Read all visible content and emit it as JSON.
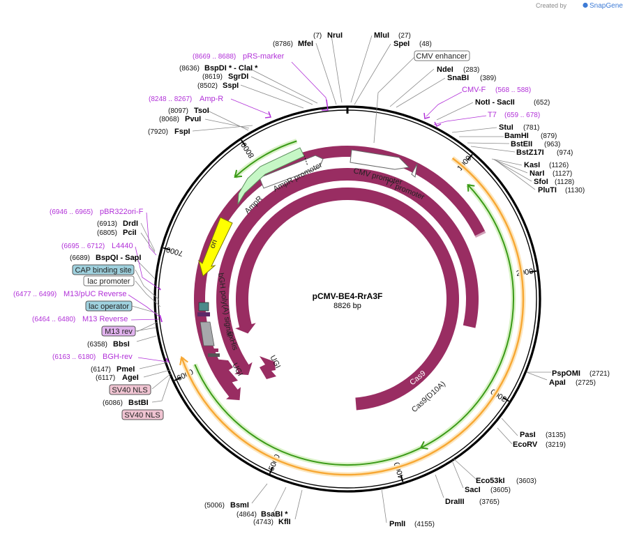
{
  "branding": {
    "created_by": "Created by",
    "logo": "SnapGene"
  },
  "plasmid": {
    "name": "pCMV-BE4-RrA3F",
    "length_text": "8826 bp",
    "length": 8826
  },
  "ticks": [
    {
      "bp": 1000,
      "label": "1000"
    },
    {
      "bp": 2000,
      "label": "2000"
    },
    {
      "bp": 3000,
      "label": "3000"
    },
    {
      "bp": 4000,
      "label": "4000"
    },
    {
      "bp": 5000,
      "label": "5000"
    },
    {
      "bp": 6000,
      "label": "6000"
    },
    {
      "bp": 7000,
      "label": "7000"
    },
    {
      "bp": 8000,
      "label": "8000"
    }
  ],
  "sites": [
    {
      "name": "NruI",
      "pos": "(7)",
      "bp": 7
    },
    {
      "name": "MluI",
      "pos": "(27)",
      "bp": 27
    },
    {
      "name": "MfeI",
      "pos": "(8786)",
      "bp": 8786
    },
    {
      "name": "SpeI",
      "pos": "(48)",
      "bp": 48
    },
    {
      "name": "NdeI",
      "pos": "(283)",
      "bp": 283
    },
    {
      "name": "SnaBI",
      "pos": "(389)",
      "bp": 389
    },
    {
      "name": "NotI  - SacII",
      "pos": "(652)",
      "bp": 652
    },
    {
      "name": "StuI",
      "pos": "(781)",
      "bp": 781
    },
    {
      "name": "BamHI",
      "pos": "(879)",
      "bp": 879
    },
    {
      "name": "BstEII",
      "pos": "(963)",
      "bp": 963
    },
    {
      "name": "BstZ17I",
      "pos": "(974)",
      "bp": 974
    },
    {
      "name": "KasI",
      "pos": "(1126)",
      "bp": 1126
    },
    {
      "name": "NarI",
      "pos": "(1127)",
      "bp": 1127
    },
    {
      "name": "SfoI",
      "pos": "(1128)",
      "bp": 1128
    },
    {
      "name": "PluTI",
      "pos": "(1130)",
      "bp": 1130
    },
    {
      "name": "PspOMI",
      "pos": "(2721)",
      "bp": 2721
    },
    {
      "name": "ApaI",
      "pos": "(2725)",
      "bp": 2725
    },
    {
      "name": "PasI",
      "pos": "(3135)",
      "bp": 3135
    },
    {
      "name": "EcoRV",
      "pos": "(3219)",
      "bp": 3219
    },
    {
      "name": "Eco53kI",
      "pos": "(3603)",
      "bp": 3603
    },
    {
      "name": "SacI",
      "pos": "(3605)",
      "bp": 3605
    },
    {
      "name": "DraIII",
      "pos": "(3765)",
      "bp": 3765
    },
    {
      "name": "PmlI",
      "pos": "(4155)",
      "bp": 4155
    },
    {
      "name": "KflI",
      "pos": "(4743)",
      "bp": 4743
    },
    {
      "name": "BsaBI *",
      "pos": "(4864)",
      "bp": 4864
    },
    {
      "name": "BsmI",
      "pos": "(5006)",
      "bp": 5006
    },
    {
      "name": "BstBI",
      "pos": "(6086)",
      "bp": 6086
    },
    {
      "name": "AgeI",
      "pos": "(6117)",
      "bp": 6117
    },
    {
      "name": "PmeI",
      "pos": "(6147)",
      "bp": 6147
    },
    {
      "name": "BbsI",
      "pos": "(6358)",
      "bp": 6358
    },
    {
      "name": "BspQI  - SapI",
      "pos": "(6689)",
      "bp": 6689
    },
    {
      "name": "PciI",
      "pos": "(6805)",
      "bp": 6805
    },
    {
      "name": "DrdI",
      "pos": "(6913)",
      "bp": 6913
    },
    {
      "name": "FspI",
      "pos": "(7920)",
      "bp": 7920
    },
    {
      "name": "PvuI",
      "pos": "(8068)",
      "bp": 8068
    },
    {
      "name": "TsoI",
      "pos": "(8097)",
      "bp": 8097
    },
    {
      "name": "SspI",
      "pos": "(8502)",
      "bp": 8502
    },
    {
      "name": "SgrDI",
      "pos": "(8619)",
      "bp": 8619
    },
    {
      "name": "BspDI *  - ClaI *",
      "pos": "(8636)",
      "bp": 8636
    }
  ],
  "primers": [
    {
      "name": "pRS-marker",
      "pos": "(8669 .. 8688)"
    },
    {
      "name": "Amp-R",
      "pos": "(8248 .. 8267)"
    },
    {
      "name": "CMV-F",
      "pos": "(568 .. 588)"
    },
    {
      "name": "T7",
      "pos": "(659 .. 678)"
    },
    {
      "name": "pBR322ori-F",
      "pos": "(6946 .. 6965)"
    },
    {
      "name": "L4440",
      "pos": "(6695 .. 6712)"
    },
    {
      "name": "M13/pUC Reverse",
      "pos": "(6477 .. 6499)"
    },
    {
      "name": "M13 Reverse",
      "pos": "(6464 .. 6480)"
    },
    {
      "name": "BGH-rev",
      "pos": "(6163 .. 6180)"
    }
  ],
  "boxed_labels": [
    {
      "text": "CMV enhancer",
      "fill": "#ffffff"
    },
    {
      "text": "CAP binding site",
      "fill": "#9fd1de"
    },
    {
      "text": "lac promoter",
      "fill": "#ffffff"
    },
    {
      "text": "lac operator",
      "fill": "#9fd1de"
    },
    {
      "text": "M13 rev",
      "fill": "#e1b3ee"
    },
    {
      "text": "SV40 NLS",
      "fill": "#f0c4d2"
    },
    {
      "text": "SV40 NLS",
      "fill": "#f0c4d2"
    }
  ],
  "features": [
    {
      "label": "CMV promoter"
    },
    {
      "label": "T7 promoter"
    },
    {
      "label": "AmpR promoter"
    },
    {
      "label": "AmpR"
    },
    {
      "label": "ori"
    },
    {
      "label": "bGH poly(A) signal"
    },
    {
      "label": "6xHis"
    },
    {
      "label": "UGI"
    },
    {
      "label": "UGI"
    },
    {
      "label": "Cas9"
    },
    {
      "label": "Cas9(D10A)"
    }
  ],
  "colors": {
    "cas9": "#992d62",
    "amp": "#c6f7c6",
    "ori": "#ffff00",
    "orange": "#f7a733",
    "green": "#3a9a17",
    "primer": "#b130d8"
  }
}
